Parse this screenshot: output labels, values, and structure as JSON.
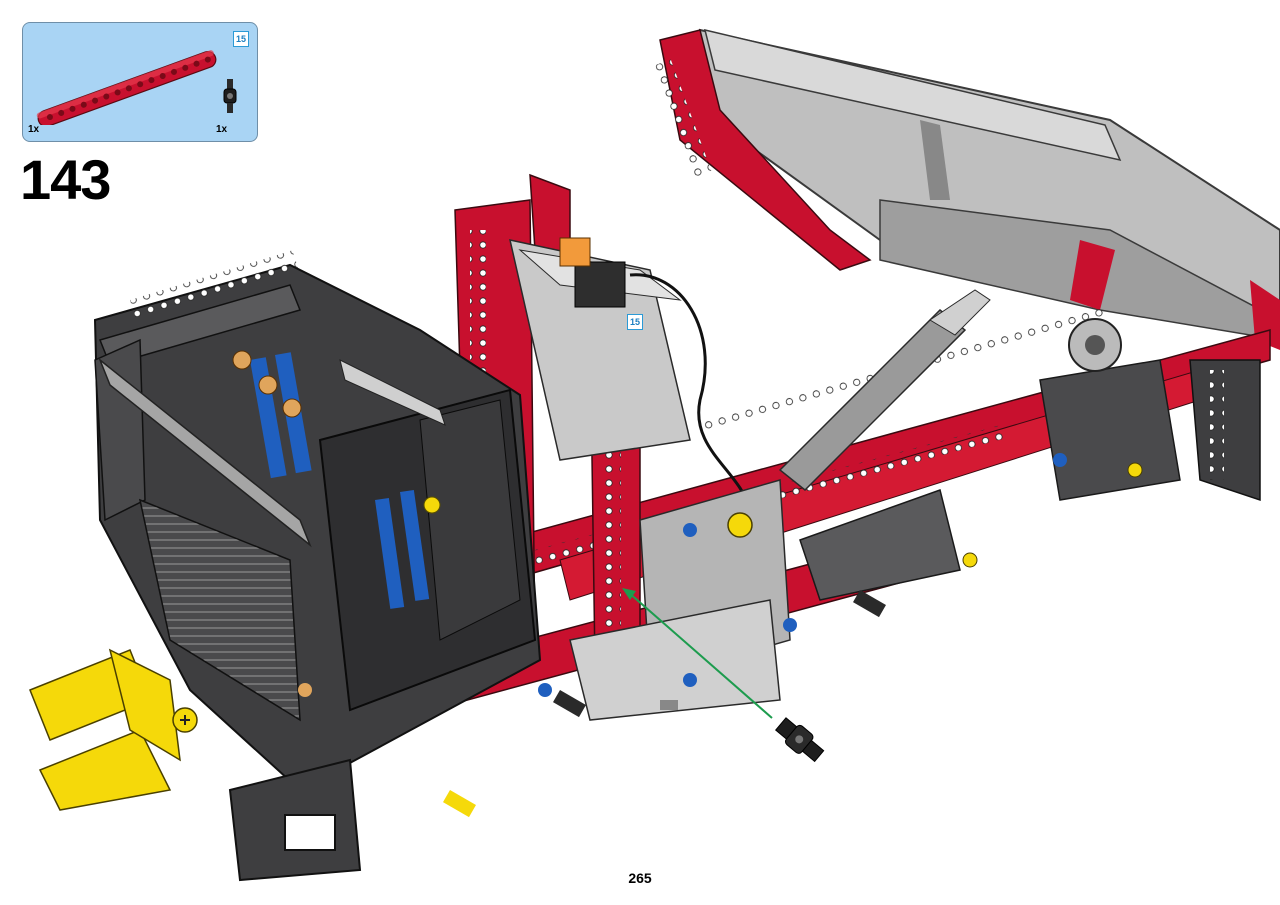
{
  "step": {
    "number": "143"
  },
  "parts_list": {
    "submodel_badge": "15",
    "items": [
      {
        "icon": "red-technic-beam-icon",
        "quantity": "1x"
      },
      {
        "icon": "black-axle-connector-icon",
        "quantity": "1x"
      }
    ]
  },
  "model": {
    "submodel_badge": "15",
    "colors": {
      "red": "#c8102e",
      "dark_gray": "#3e3e40",
      "light_gray": "#b8b8b8",
      "blue": "#1f5fbf",
      "yellow": "#f5d90a",
      "arrow": "#1d9c4e"
    }
  },
  "page": {
    "number": "265"
  }
}
